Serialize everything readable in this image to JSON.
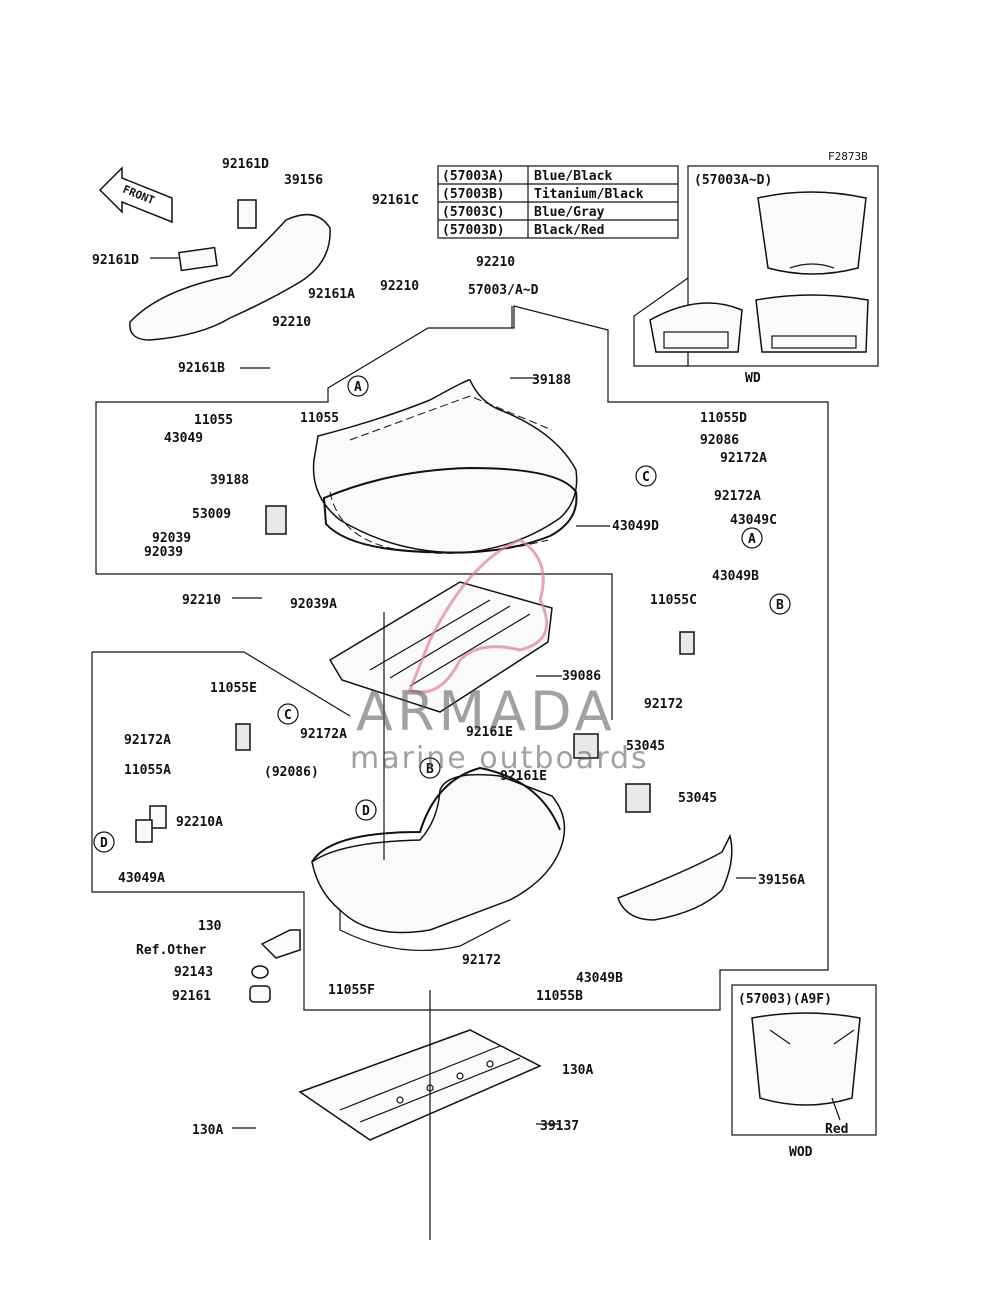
{
  "figure_code": "F2873B",
  "front_label": "FRONT",
  "color_table": [
    {
      "code": "(57003A)",
      "color": "Blue/Black"
    },
    {
      "code": "(57003B)",
      "color": "Titanium/Black"
    },
    {
      "code": "(57003C)",
      "color": "Blue/Gray"
    },
    {
      "code": "(57003D)",
      "color": "Black/Red"
    }
  ],
  "inset_wd": {
    "title": "(57003A~D)",
    "caption": "WD"
  },
  "inset_wod": {
    "title": "(57003)(A9F)",
    "note": "Red",
    "caption": "WOD"
  },
  "part_labels": {
    "p92161D_a": "92161D",
    "p39156": "39156",
    "p92161D_b": "92161D",
    "p92161C": "92161C",
    "p92210_a": "92210",
    "p92210_b": "92210",
    "p92161A": "92161A",
    "p57003": "57003/A~D",
    "p92210_c": "92210",
    "p92161B": "92161B",
    "p39188_a": "39188",
    "p11055_a": "11055",
    "p11055_b": "11055",
    "p43049": "43049",
    "p11055D": "11055D",
    "p92086": "92086",
    "p92172A_a": "92172A",
    "p39188_b": "39188",
    "p92172A_b": "92172A",
    "p53009": "53009",
    "p43049C": "43049C",
    "p92039_a": "92039",
    "p43049D": "43049D",
    "p92039_b": "92039",
    "p92210_d": "92210",
    "p92039A": "92039A",
    "p43049B_a": "43049B",
    "p11055C": "11055C",
    "p39086": "39086",
    "p92172_a": "92172",
    "p11055E": "11055E",
    "p92172A_c": "92172A",
    "p92172A_d": "92172A",
    "p92161E_a": "92161E",
    "p53045_a": "53045",
    "p11055A": "11055A",
    "p92086_paren": "(92086)",
    "p92161E_b": "92161E",
    "p53045_b": "53045",
    "p92210A": "92210A",
    "p43049A": "43049A",
    "p39156A": "39156A",
    "p130": "130",
    "ref_other": "Ref.Other",
    "p92143": "92143",
    "p92172_b": "92172",
    "p92161": "92161",
    "p43049B_b": "43049B",
    "p11055F": "11055F",
    "p11055B": "11055B",
    "p130A_a": "130A",
    "p130A_b": "130A",
    "p39137": "39137"
  },
  "ref_markers": {
    "A": "A",
    "B": "B",
    "C": "C",
    "D": "D"
  },
  "watermark": {
    "title": "ARMADA",
    "subtitle": "marine outboards"
  }
}
